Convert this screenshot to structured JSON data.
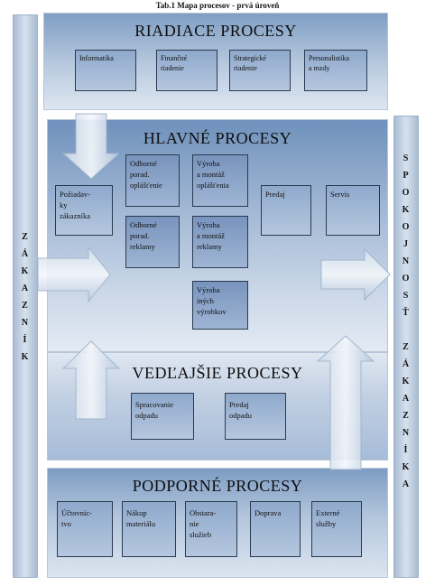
{
  "caption": "Tab.1    Mapa procesov - prvá úroveň",
  "left_band_letters": [
    "Z",
    "Á",
    "K",
    "A",
    "Z",
    "N",
    "Í",
    "K"
  ],
  "right_band_letters": [
    "S",
    "P",
    "O",
    "K",
    "O",
    "J",
    "N",
    "O",
    "S",
    "Ť",
    "",
    "Z",
    "Á",
    "K",
    "A",
    "Z",
    "N",
    "Í",
    "K",
    "A"
  ],
  "riadiace": {
    "title": "RIADIACE PROCESY",
    "boxes": [
      "Informatika",
      "Finančné\nriadenie",
      "Strategické\nriadenie",
      "Personalistika\na mzdy"
    ]
  },
  "hlavne": {
    "title": "HLAVNÉ PROCESY",
    "poziadavky": "Požiadav-\nky\nzákazníka",
    "odborne_oplastenie": "Odborné\nporad.\noplášťenie",
    "odborne_reklamy": "Odborné\nporad.\nreklamy",
    "vyroba_oplastenia": "Výroba\na montáž\noplášťenia",
    "vyroba_reklamy": "Výroba\na montáž\nreklamy",
    "vyroba_inych": "Výroba\niných\nvýrobkov",
    "predaj": "Predaj",
    "servis": "Servis"
  },
  "vedlajsie": {
    "title": "VEDĽAJŠIE PROCESY",
    "boxes": [
      "Spracovanie\nodpadu",
      "Predaj\nodpadu"
    ]
  },
  "podporne": {
    "title": "PODPORNÉ PROCESY",
    "boxes": [
      "Účtovníc-\ntvo",
      "Nákup\nmateriálu",
      "Obstara-\nnie\nslužieb",
      "Doprava",
      "Externé\nslužby"
    ]
  }
}
